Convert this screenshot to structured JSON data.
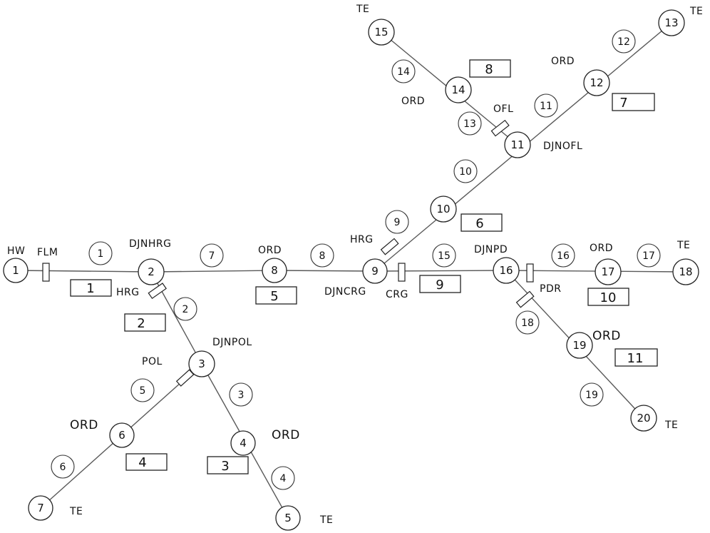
{
  "nodes": [
    "1",
    "2",
    "3",
    "4",
    "5",
    "6",
    "7",
    "8",
    "9",
    "10",
    "11",
    "12",
    "13",
    "14",
    "15",
    "16",
    "17",
    "18",
    "19",
    "20"
  ],
  "link_labels": [
    "1",
    "2",
    "3",
    "4",
    "5",
    "6",
    "7",
    "8",
    "9",
    "10",
    "11",
    "12",
    "13",
    "14",
    "15",
    "16",
    "17",
    "18",
    "19"
  ],
  "zone_labels": [
    "1",
    "2",
    "3",
    "4",
    "5",
    "6",
    "7",
    "8",
    "9",
    "10",
    "11"
  ],
  "annotations": {
    "hw": "HW",
    "flm": "FLM",
    "djnhrg": "DJNHRG",
    "hrg_left": "HRG",
    "djnpol": "DJNPOL",
    "pol": "POL",
    "ord_6": "ORD",
    "ord_4": "ORD",
    "te_7": "TE",
    "te_5": "TE",
    "ord_8": "ORD",
    "hrg_mid": "HRG",
    "djncrg": "DJNCRG",
    "crg": "CRG",
    "djnpd": "DJNPD",
    "ord_17": "ORD",
    "te_18": "TE",
    "pdr": "PDR",
    "ord_19": "ORD",
    "te_20": "TE",
    "te_15": "TE",
    "ord_14": "ORD",
    "ofl": "OFL",
    "djnofl": "DJNOFL",
    "ord_12": "ORD",
    "te_13": "TE"
  }
}
